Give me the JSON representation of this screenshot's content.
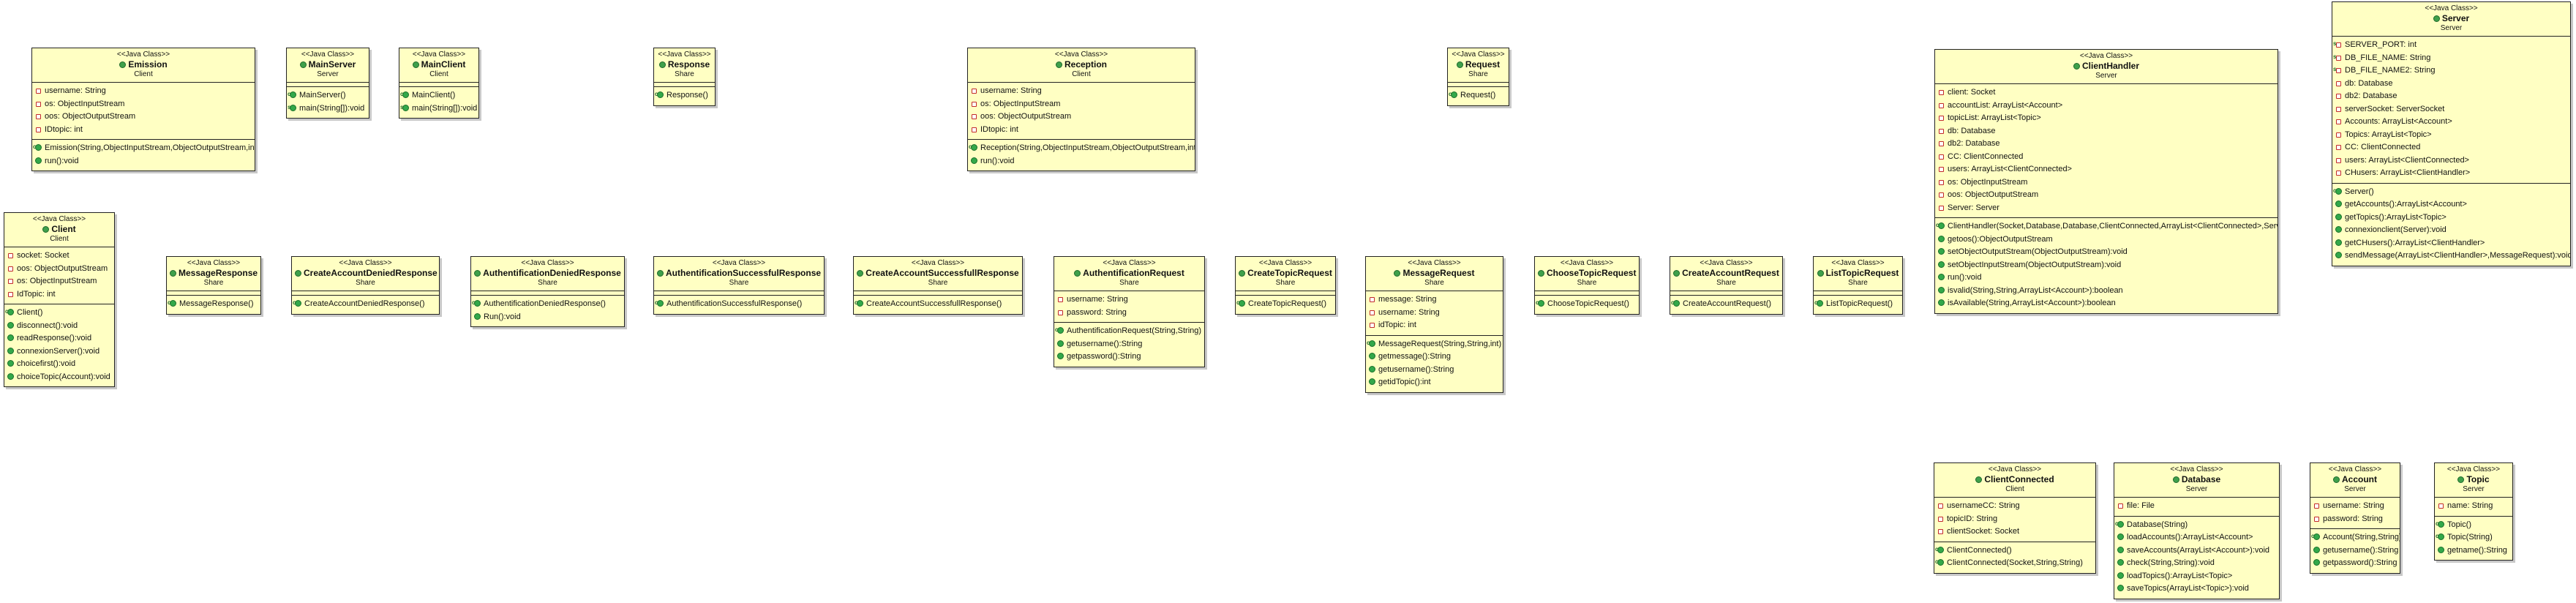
{
  "classes": [
    {
      "name": "Emission",
      "stereotype": "<<Java Class>>",
      "package": "Client",
      "fields": [
        {
          "vis": "priv",
          "text": "username: String"
        },
        {
          "vis": "priv",
          "text": "os: ObjectInputStream"
        },
        {
          "vis": "priv",
          "text": "oos: ObjectOutputStream"
        },
        {
          "vis": "priv",
          "text": "IDtopic: int"
        }
      ],
      "methods": [
        {
          "vis": "ctor",
          "text": "Emission(String,ObjectInputStream,ObjectOutputStream,int)"
        },
        {
          "vis": "pub",
          "text": "run():void"
        }
      ]
    },
    {
      "name": "MainServer",
      "stereotype": "<<Java Class>>",
      "package": "Server",
      "fields": [],
      "methods": [
        {
          "vis": "ctor",
          "text": "MainServer()"
        },
        {
          "vis": "static",
          "text": "main(String[]):void"
        }
      ]
    },
    {
      "name": "MainClient",
      "stereotype": "<<Java Class>>",
      "package": "Client",
      "fields": [],
      "methods": [
        {
          "vis": "ctor",
          "text": "MainClient()"
        },
        {
          "vis": "static",
          "text": "main(String[]):void"
        }
      ]
    },
    {
      "name": "Response",
      "stereotype": "<<Java Class>>",
      "package": "Share",
      "fields": [],
      "methods": [
        {
          "vis": "ctor",
          "text": "Response()"
        }
      ]
    },
    {
      "name": "Reception",
      "stereotype": "<<Java Class>>",
      "package": "Client",
      "fields": [
        {
          "vis": "priv",
          "text": "username: String"
        },
        {
          "vis": "priv",
          "text": "os: ObjectInputStream"
        },
        {
          "vis": "priv",
          "text": "oos: ObjectOutputStream"
        },
        {
          "vis": "priv",
          "text": "IDtopic: int"
        }
      ],
      "methods": [
        {
          "vis": "ctor",
          "text": "Reception(String,ObjectInputStream,ObjectOutputStream,int)"
        },
        {
          "vis": "pub",
          "text": "run():void"
        }
      ]
    },
    {
      "name": "Request",
      "stereotype": "<<Java Class>>",
      "package": "Share",
      "fields": [],
      "methods": [
        {
          "vis": "ctor",
          "text": "Request()"
        }
      ]
    },
    {
      "name": "ClientHandler",
      "stereotype": "<<Java Class>>",
      "package": "Server",
      "fields": [
        {
          "vis": "priv",
          "text": "client: Socket"
        },
        {
          "vis": "priv",
          "text": "accountList: ArrayList<Account>"
        },
        {
          "vis": "priv",
          "text": "topicList: ArrayList<Topic>"
        },
        {
          "vis": "priv",
          "text": "db: Database"
        },
        {
          "vis": "priv",
          "text": "db2: Database"
        },
        {
          "vis": "priv",
          "text": "CC: ClientConnected"
        },
        {
          "vis": "priv",
          "text": "users: ArrayList<ClientConnected>"
        },
        {
          "vis": "priv",
          "text": "os: ObjectInputStream"
        },
        {
          "vis": "priv",
          "text": "oos: ObjectOutputStream"
        },
        {
          "vis": "priv",
          "text": "Server: Server"
        }
      ],
      "methods": [
        {
          "vis": "ctor",
          "text": "ClientHandler(Socket,Database,Database,ClientConnected,ArrayList<ClientConnected>,Server)"
        },
        {
          "vis": "pub",
          "text": "getoos():ObjectOutputStream"
        },
        {
          "vis": "pub",
          "text": "setObjectOutputStream(ObjectOutputStream):void"
        },
        {
          "vis": "pub",
          "text": "setObjectInputStream(ObjectOutputStream):void"
        },
        {
          "vis": "pub",
          "text": "run():void"
        },
        {
          "vis": "pub",
          "text": "isvalid(String,String,ArrayList<Account>):boolean"
        },
        {
          "vis": "pub",
          "text": "isAvailable(String,ArrayList<Account>):boolean"
        }
      ]
    },
    {
      "name": "Server",
      "stereotype": "<<Java Class>>",
      "package": "Server",
      "fields": [
        {
          "vis": "sfield",
          "text": "SERVER_PORT: int"
        },
        {
          "vis": "sfield",
          "text": "DB_FILE_NAME: String"
        },
        {
          "vis": "sfield",
          "text": "DB_FILE_NAME2: String"
        },
        {
          "vis": "priv",
          "text": "db: Database"
        },
        {
          "vis": "priv",
          "text": "db2: Database"
        },
        {
          "vis": "priv",
          "text": "serverSocket: ServerSocket"
        },
        {
          "vis": "priv",
          "text": "Accounts: ArrayList<Account>"
        },
        {
          "vis": "priv",
          "text": "Topics: ArrayList<Topic>"
        },
        {
          "vis": "priv",
          "text": "CC: ClientConnected"
        },
        {
          "vis": "priv",
          "text": "users: ArrayList<ClientConnected>"
        },
        {
          "vis": "priv",
          "text": "CHusers: ArrayList<ClientHandler>"
        }
      ],
      "methods": [
        {
          "vis": "ctor",
          "text": "Server()"
        },
        {
          "vis": "pub",
          "text": "getAccounts():ArrayList<Account>"
        },
        {
          "vis": "pub",
          "text": "getTopics():ArrayList<Topic>"
        },
        {
          "vis": "pub",
          "text": "connexionclient(Server):void"
        },
        {
          "vis": "pub",
          "text": "getCHusers():ArrayList<ClientHandler>"
        },
        {
          "vis": "pub",
          "text": "sendMessage(ArrayList<ClientHandler>,MessageRequest):void"
        }
      ]
    },
    {
      "name": "Client",
      "stereotype": "<<Java Class>>",
      "package": "Client",
      "fields": [
        {
          "vis": "priv",
          "text": "socket: Socket"
        },
        {
          "vis": "priv",
          "text": "oos: ObjectOutputStream"
        },
        {
          "vis": "priv",
          "text": "os: ObjectInputStream"
        },
        {
          "vis": "priv",
          "text": "IdTopic: int"
        }
      ],
      "methods": [
        {
          "vis": "ctor",
          "text": "Client()"
        },
        {
          "vis": "pub",
          "text": "disconnect():void"
        },
        {
          "vis": "pub",
          "text": "readResponse():void"
        },
        {
          "vis": "pub",
          "text": "connexionServer():void"
        },
        {
          "vis": "pub",
          "text": "choicefirst():void"
        },
        {
          "vis": "pub",
          "text": "choiceTopic(Account):void"
        }
      ]
    },
    {
      "name": "MessageResponse",
      "stereotype": "<<Java Class>>",
      "package": "Share",
      "fields": [],
      "methods": [
        {
          "vis": "ctor",
          "text": "MessageResponse()"
        }
      ]
    },
    {
      "name": "CreateAccountDeniedResponse",
      "stereotype": "<<Java Class>>",
      "package": "Share",
      "fields": [],
      "methods": [
        {
          "vis": "ctor",
          "text": "CreateAccountDeniedResponse()"
        }
      ]
    },
    {
      "name": "AuthentificationDeniedResponse",
      "stereotype": "<<Java Class>>",
      "package": "Share",
      "fields": [],
      "methods": [
        {
          "vis": "ctor",
          "text": "AuthentificationDeniedResponse()"
        },
        {
          "vis": "pub",
          "text": "Run():void"
        }
      ]
    },
    {
      "name": "AuthentificationSuccessfulResponse",
      "stereotype": "<<Java Class>>",
      "package": "Share",
      "fields": [],
      "methods": [
        {
          "vis": "ctor",
          "text": "AuthentificationSuccessfulResponse()"
        }
      ]
    },
    {
      "name": "CreateAccountSuccessfullResponse",
      "stereotype": "<<Java Class>>",
      "package": "Share",
      "fields": [],
      "methods": [
        {
          "vis": "ctor",
          "text": "CreateAccountSuccessfullResponse()"
        }
      ]
    },
    {
      "name": "AuthentificationRequest",
      "stereotype": "<<Java Class>>",
      "package": "Share",
      "fields": [
        {
          "vis": "priv",
          "text": "username: String"
        },
        {
          "vis": "priv",
          "text": "password: String"
        }
      ],
      "methods": [
        {
          "vis": "ctor",
          "text": "AuthentificationRequest(String,String)"
        },
        {
          "vis": "pub",
          "text": "getusername():String"
        },
        {
          "vis": "pub",
          "text": "getpassword():String"
        }
      ]
    },
    {
      "name": "CreateTopicRequest",
      "stereotype": "<<Java Class>>",
      "package": "Share",
      "fields": [],
      "methods": [
        {
          "vis": "ctor",
          "text": "CreateTopicRequest()"
        }
      ]
    },
    {
      "name": "MessageRequest",
      "stereotype": "<<Java Class>>",
      "package": "Share",
      "fields": [
        {
          "vis": "priv",
          "text": "message: String"
        },
        {
          "vis": "priv",
          "text": "username: String"
        },
        {
          "vis": "priv",
          "text": "idTopic: int"
        }
      ],
      "methods": [
        {
          "vis": "ctor",
          "text": "MessageRequest(String,String,int)"
        },
        {
          "vis": "pub",
          "text": "getmessage():String"
        },
        {
          "vis": "pub",
          "text": "getusername():String"
        },
        {
          "vis": "pub",
          "text": "getidTopic():int"
        }
      ]
    },
    {
      "name": "ChooseTopicRequest",
      "stereotype": "<<Java Class>>",
      "package": "Share",
      "fields": [],
      "methods": [
        {
          "vis": "ctor",
          "text": "ChooseTopicRequest()"
        }
      ]
    },
    {
      "name": "CreateAccountRequest",
      "stereotype": "<<Java Class>>",
      "package": "Share",
      "fields": [],
      "methods": [
        {
          "vis": "ctor",
          "text": "CreateAccountRequest()"
        }
      ]
    },
    {
      "name": "ListTopicRequest",
      "stereotype": "<<Java Class>>",
      "package": "Share",
      "fields": [],
      "methods": [
        {
          "vis": "ctor",
          "text": "ListTopicRequest()"
        }
      ]
    },
    {
      "name": "ClientConnected",
      "stereotype": "<<Java Class>>",
      "package": "Client",
      "fields": [
        {
          "vis": "priv",
          "text": "usernameCC: String"
        },
        {
          "vis": "priv",
          "text": "topicID: String"
        },
        {
          "vis": "priv",
          "text": "clientSocket: Socket"
        }
      ],
      "methods": [
        {
          "vis": "ctor",
          "text": "ClientConnected()"
        },
        {
          "vis": "ctor",
          "text": "ClientConnected(Socket,String,String)"
        }
      ]
    },
    {
      "name": "Database",
      "stereotype": "<<Java Class>>",
      "package": "Server",
      "fields": [
        {
          "vis": "priv",
          "text": "file: File"
        }
      ],
      "methods": [
        {
          "vis": "ctor",
          "text": "Database(String)"
        },
        {
          "vis": "pub",
          "text": "loadAccounts():ArrayList<Account>"
        },
        {
          "vis": "pub",
          "text": "saveAccounts(ArrayList<Account>):void"
        },
        {
          "vis": "pub",
          "text": "check(String,String):void"
        },
        {
          "vis": "pub",
          "text": "loadTopics():ArrayList<Topic>"
        },
        {
          "vis": "pub",
          "text": "saveTopics(ArrayList<Topic>):void"
        }
      ]
    },
    {
      "name": "Account",
      "stereotype": "<<Java Class>>",
      "package": "Server",
      "fields": [
        {
          "vis": "priv",
          "text": "username: String"
        },
        {
          "vis": "priv",
          "text": "password: String"
        }
      ],
      "methods": [
        {
          "vis": "ctor",
          "text": "Account(String,String)"
        },
        {
          "vis": "pub",
          "text": "getusername():String"
        },
        {
          "vis": "pub",
          "text": "getpassword():String"
        }
      ]
    },
    {
      "name": "Topic",
      "stereotype": "<<Java Class>>",
      "package": "Server",
      "fields": [
        {
          "vis": "priv",
          "text": "name: String"
        }
      ],
      "methods": [
        {
          "vis": "ctor",
          "text": "Topic()"
        },
        {
          "vis": "ctor",
          "text": "Topic(String)"
        },
        {
          "vis": "pub",
          "text": "getname():String"
        }
      ]
    }
  ]
}
